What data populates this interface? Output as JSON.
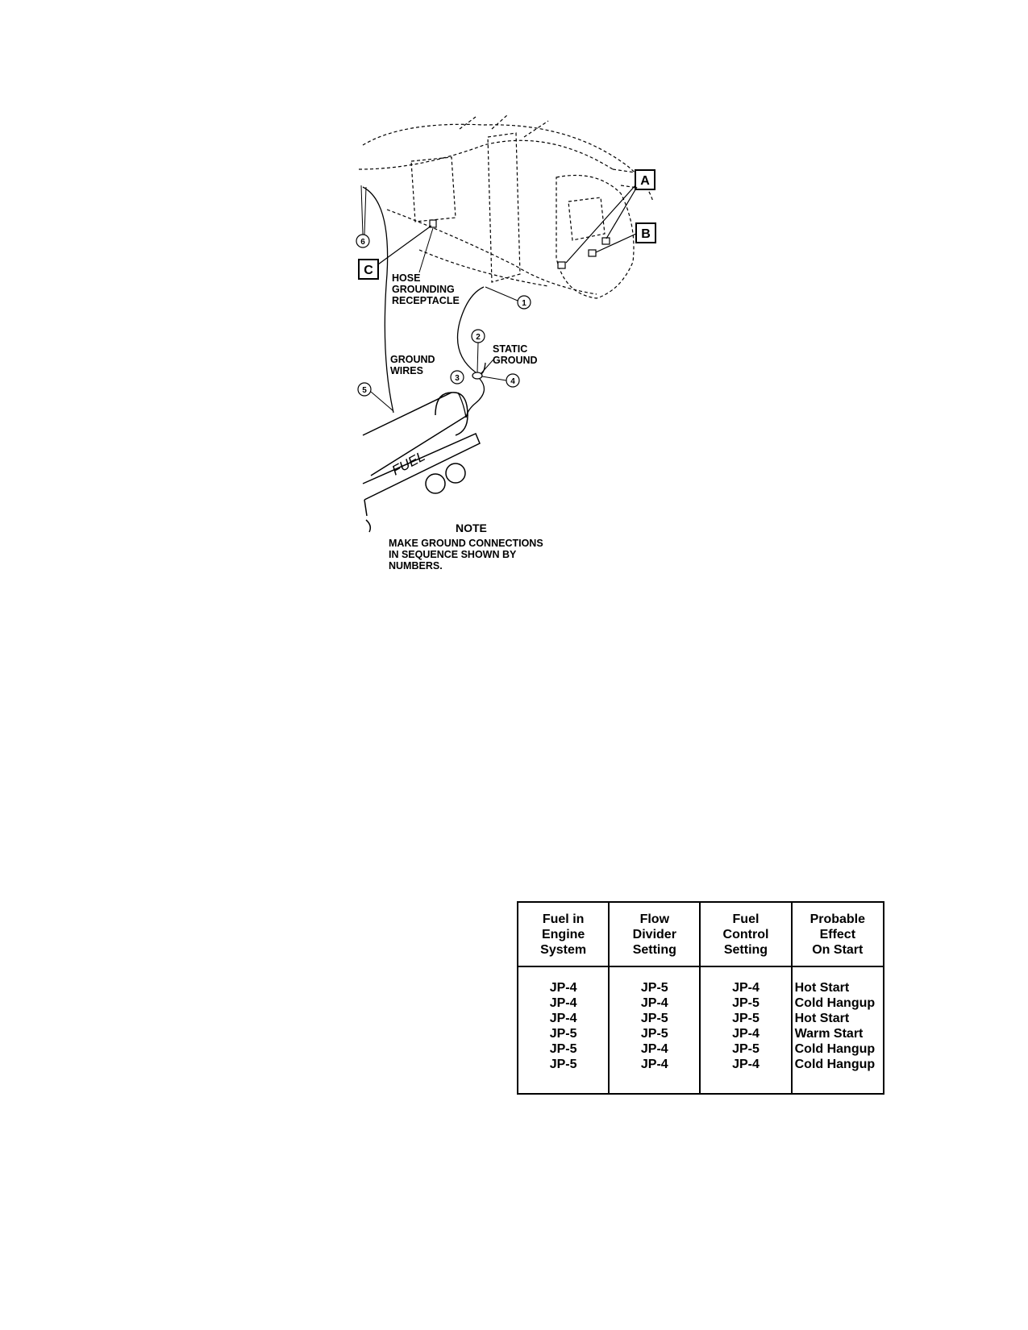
{
  "figure": {
    "labels": {
      "hose_grounding_receptacle": [
        "HOSE",
        "GROUNDING",
        "RECEPTACLE"
      ],
      "ground_wires": [
        "GROUND",
        "WIRES"
      ],
      "static_ground": [
        "STATIC",
        "GROUND"
      ],
      "fuel": "FUEL"
    },
    "callouts": {
      "letters": [
        "A",
        "B",
        "C"
      ],
      "numbers": [
        "1",
        "2",
        "3",
        "4",
        "5",
        "6"
      ]
    },
    "note": {
      "heading": "NOTE",
      "lines": [
        "MAKE GROUND CONNECTIONS",
        "IN SEQUENCE SHOWN BY",
        "NUMBERS."
      ]
    }
  },
  "table": {
    "headers": [
      [
        "Fuel in",
        "Engine",
        "System"
      ],
      [
        "Flow",
        "Divider",
        "Setting"
      ],
      [
        "Fuel",
        "Control",
        "Setting"
      ],
      [
        "Probable",
        "Effect",
        "On Start"
      ]
    ],
    "columns": [
      [
        "JP-4",
        "JP-4",
        "JP-4",
        "JP-5",
        "JP-5",
        "JP-5"
      ],
      [
        "JP-5",
        "JP-4",
        "JP-5",
        "JP-5",
        "JP-4",
        "JP-4"
      ],
      [
        "JP-4",
        "JP-5",
        "JP-5",
        "JP-4",
        "JP-5",
        "JP-4"
      ],
      [
        "Hot Start",
        "Cold Hangup",
        "Hot Start",
        "Warm Start",
        "Cold Hangup",
        "Cold Hangup"
      ]
    ]
  }
}
